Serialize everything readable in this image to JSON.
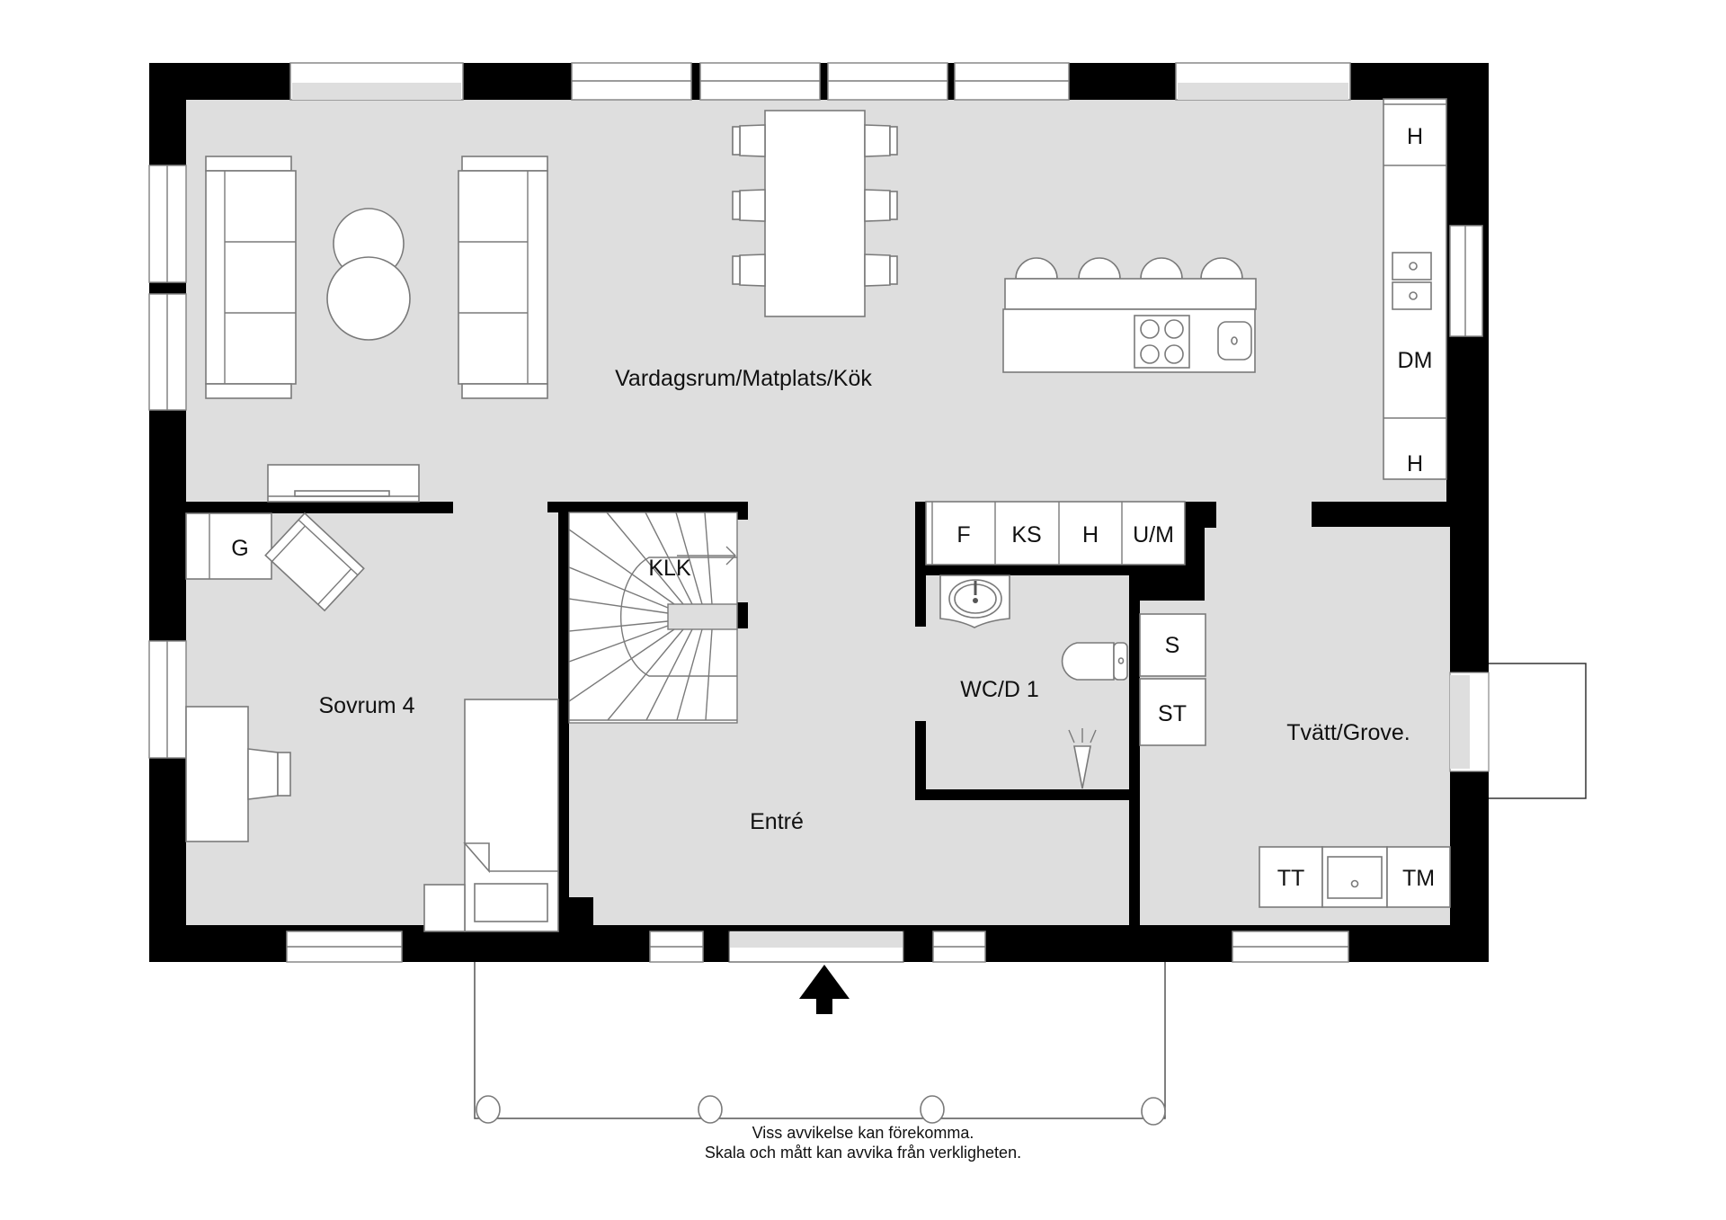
{
  "plan": {
    "colors": {
      "wall": "#000000",
      "floor": "#dedede",
      "furniture": "#ffffff",
      "stroke": "#7a7a7a"
    },
    "rooms": [
      {
        "id": "living",
        "label": "Vardagsrum/Matplats/Kök"
      },
      {
        "id": "bedroom",
        "label": "Sovrum 4"
      },
      {
        "id": "stairs",
        "label": "KLK"
      },
      {
        "id": "entry",
        "label": "Entré"
      },
      {
        "id": "wc",
        "label": "WC/D 1"
      },
      {
        "id": "laundry",
        "label": "Tvätt/Grove."
      }
    ],
    "cabinets": {
      "kitchen_column": [
        "H",
        "DM",
        "H"
      ],
      "hall_row": [
        "F",
        "KS",
        "H",
        "U/M"
      ],
      "wardrobe": "G",
      "laundry_side": [
        "S",
        "ST"
      ],
      "laundry_bottom": [
        "TT",
        "TM"
      ]
    },
    "entrance_arrow": "arrow-up-icon"
  },
  "disclaimer": {
    "line1": "Viss avvikelse kan förekomma.",
    "line2": "Skala och mått kan avvika från verkligheten."
  }
}
